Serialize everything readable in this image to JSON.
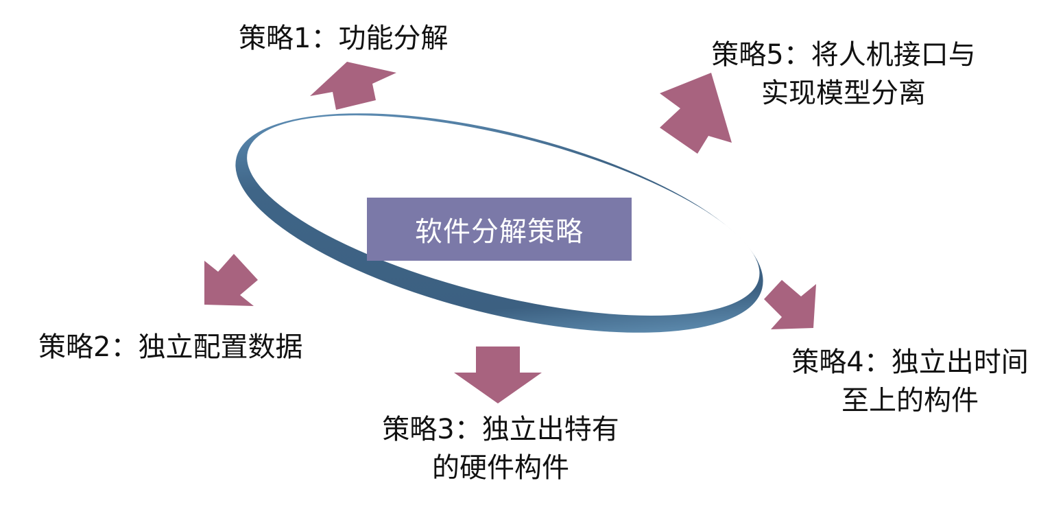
{
  "center": {
    "title": "软件分解策略"
  },
  "strategies": [
    {
      "lines": [
        "策略1：功能分解"
      ]
    },
    {
      "lines": [
        "策略2：独立配置数据"
      ]
    },
    {
      "lines": [
        "策略3：独立出特有",
        "的硬件构件"
      ]
    },
    {
      "lines": [
        "策略4：独立出时间",
        "至上的构件"
      ]
    },
    {
      "lines": [
        "策略5：将人机接口与",
        "实现模型分离"
      ]
    }
  ],
  "colors": {
    "arrow": "#a8637f",
    "ring_dark": "#3e6182",
    "ring_light": "#7bb4dc",
    "center_box": "#7b79a8"
  }
}
